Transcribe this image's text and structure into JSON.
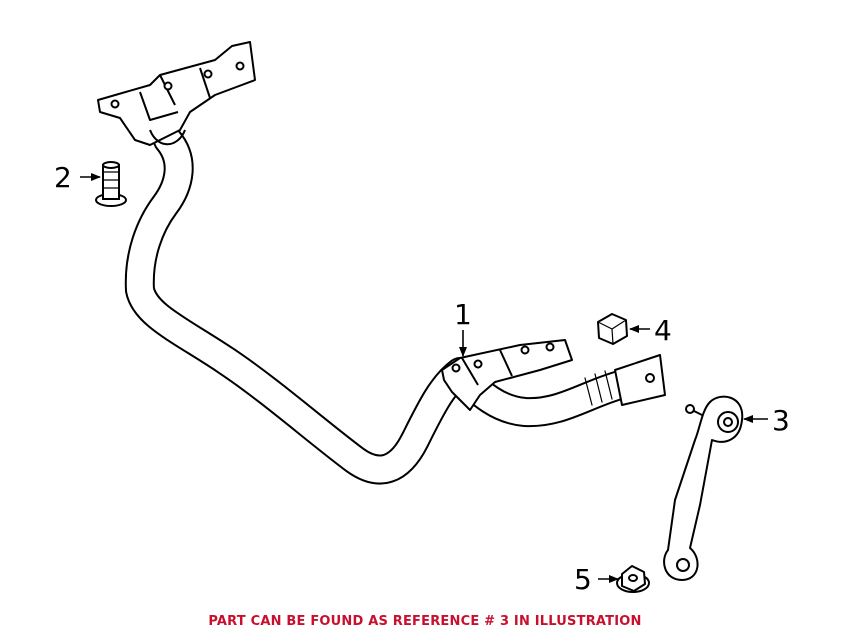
{
  "callouts": {
    "c1": "1",
    "c2": "2",
    "c3": "3",
    "c4": "4",
    "c5": "5"
  },
  "footer": {
    "note": "PART CAN BE FOUND AS REFERENCE # 3 IN ILLUSTRATION",
    "color": "#c8102e"
  }
}
